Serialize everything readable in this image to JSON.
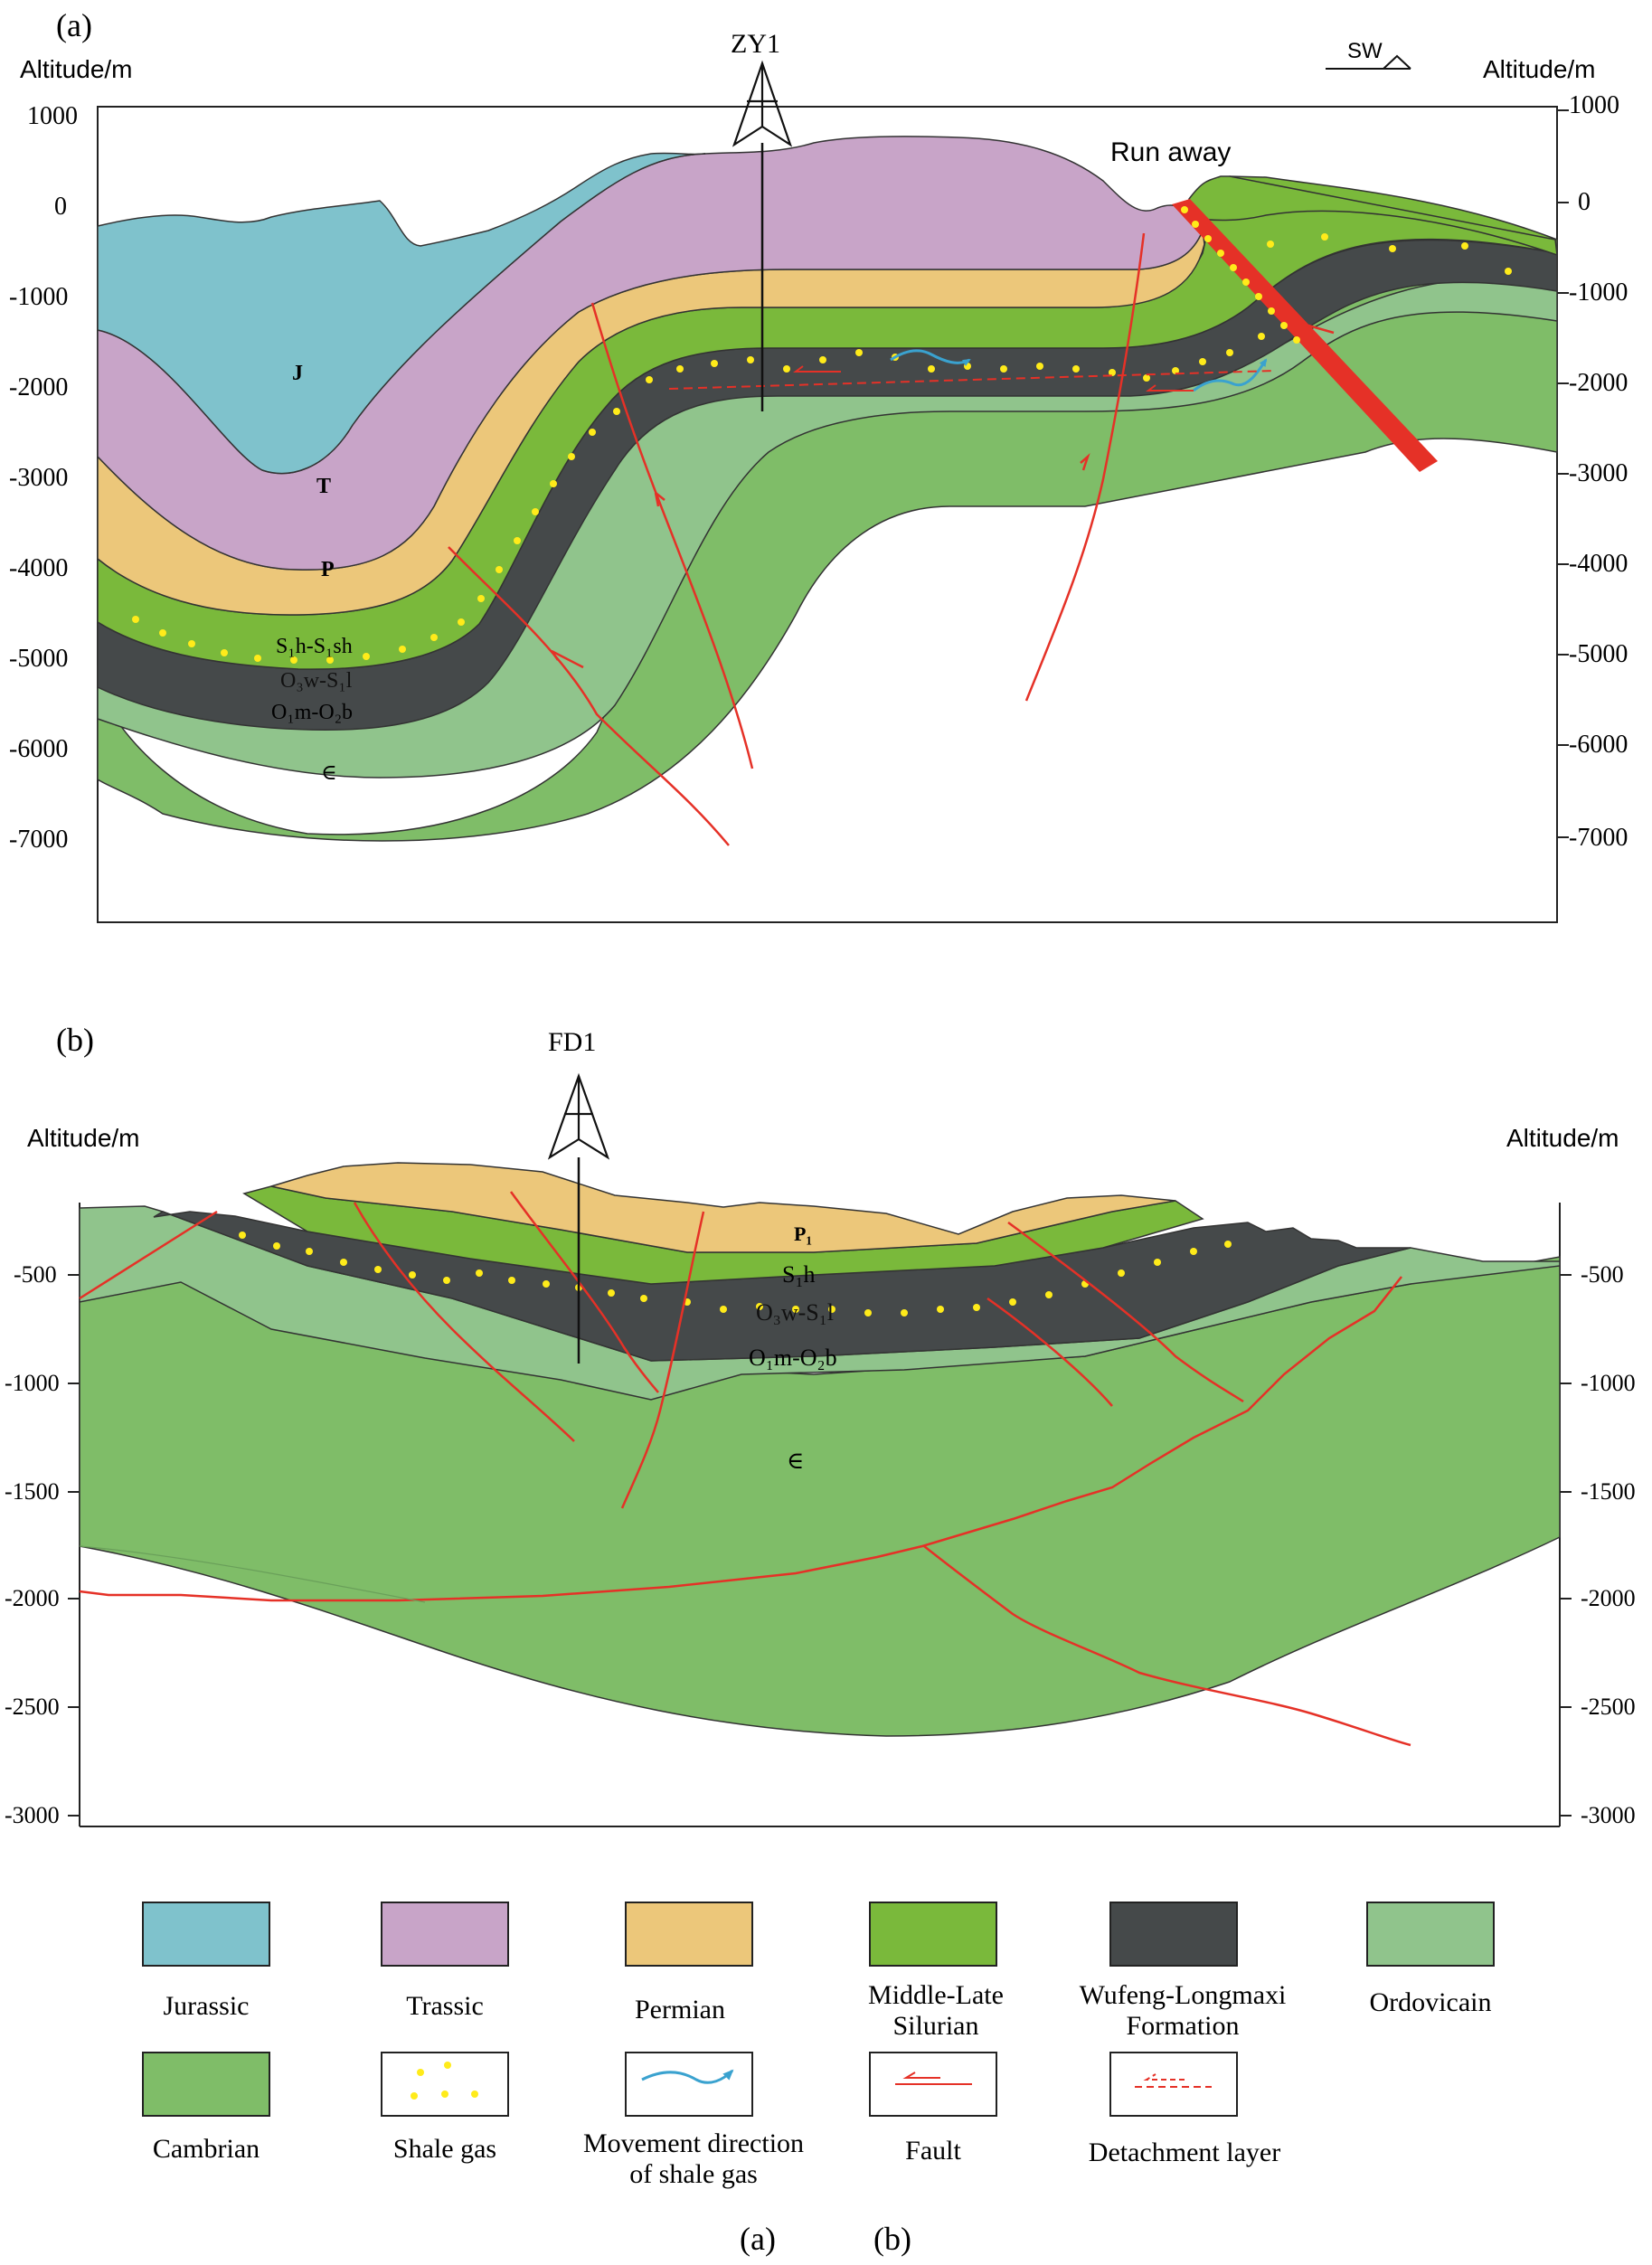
{
  "panel_a": {
    "label": "(a)",
    "y_axis_label_left": "Altitude/m",
    "y_axis_label_right": "Altitude/m",
    "y_ticks": [
      "1000",
      "0",
      "-1000",
      "-2000",
      "-3000",
      "-4000",
      "-5000",
      "-6000",
      "-7000"
    ],
    "well": "ZY1",
    "direction": "SW",
    "annotation": "Run away",
    "layers": {
      "jurassic": "J",
      "triassic": "T",
      "permian": "P",
      "silurian": "S₁h-S₁sh",
      "wufeng": "O₃w-S₁l",
      "ordovician": "O₁m-O₂b",
      "cambrian": "∈"
    }
  },
  "panel_b": {
    "label": "(b)",
    "y_axis_label_left": "Altitude/m",
    "y_axis_label_right": "Altitude/m",
    "y_ticks": [
      "-500",
      "-1000",
      "-1500",
      "-2000",
      "-2500",
      "-3000"
    ],
    "well": "FD1",
    "layers": {
      "permian": "P₁",
      "silurian": "S₁h",
      "wufeng": "O₃w-S₁l",
      "ordovician": "O₁m-O₂b",
      "cambrian": "∈"
    }
  },
  "legend": {
    "jurassic": "Jurassic",
    "triassic": "Trassic",
    "permian": "Permian",
    "silurian_1": "Middle-Late",
    "silurian_2": "Silurian",
    "wufeng_1": "Wufeng-Longmaxi",
    "wufeng_2": "Formation",
    "ordovician": "Ordovicain",
    "cambrian": "Cambrian",
    "shale_gas": "Shale gas",
    "movement_1": "Movement direction",
    "movement_2": "of shale gas",
    "fault": "Fault",
    "detachment": "Detachment layer"
  },
  "caption": "(a)            (b)",
  "colors": {
    "jurassic": "#7fc2cc",
    "triassic": "#c8a4c8",
    "permian": "#ecc77a",
    "silurian": "#7ab93b",
    "wufeng": "#45494a",
    "ordovician": "#90c48c",
    "cambrian": "#7fbd68",
    "fault": "#e53127",
    "gas": "#ffeb1a",
    "arrow": "#3aa2cf"
  },
  "icons": [
    "derrick-icon",
    "compass-icon"
  ]
}
